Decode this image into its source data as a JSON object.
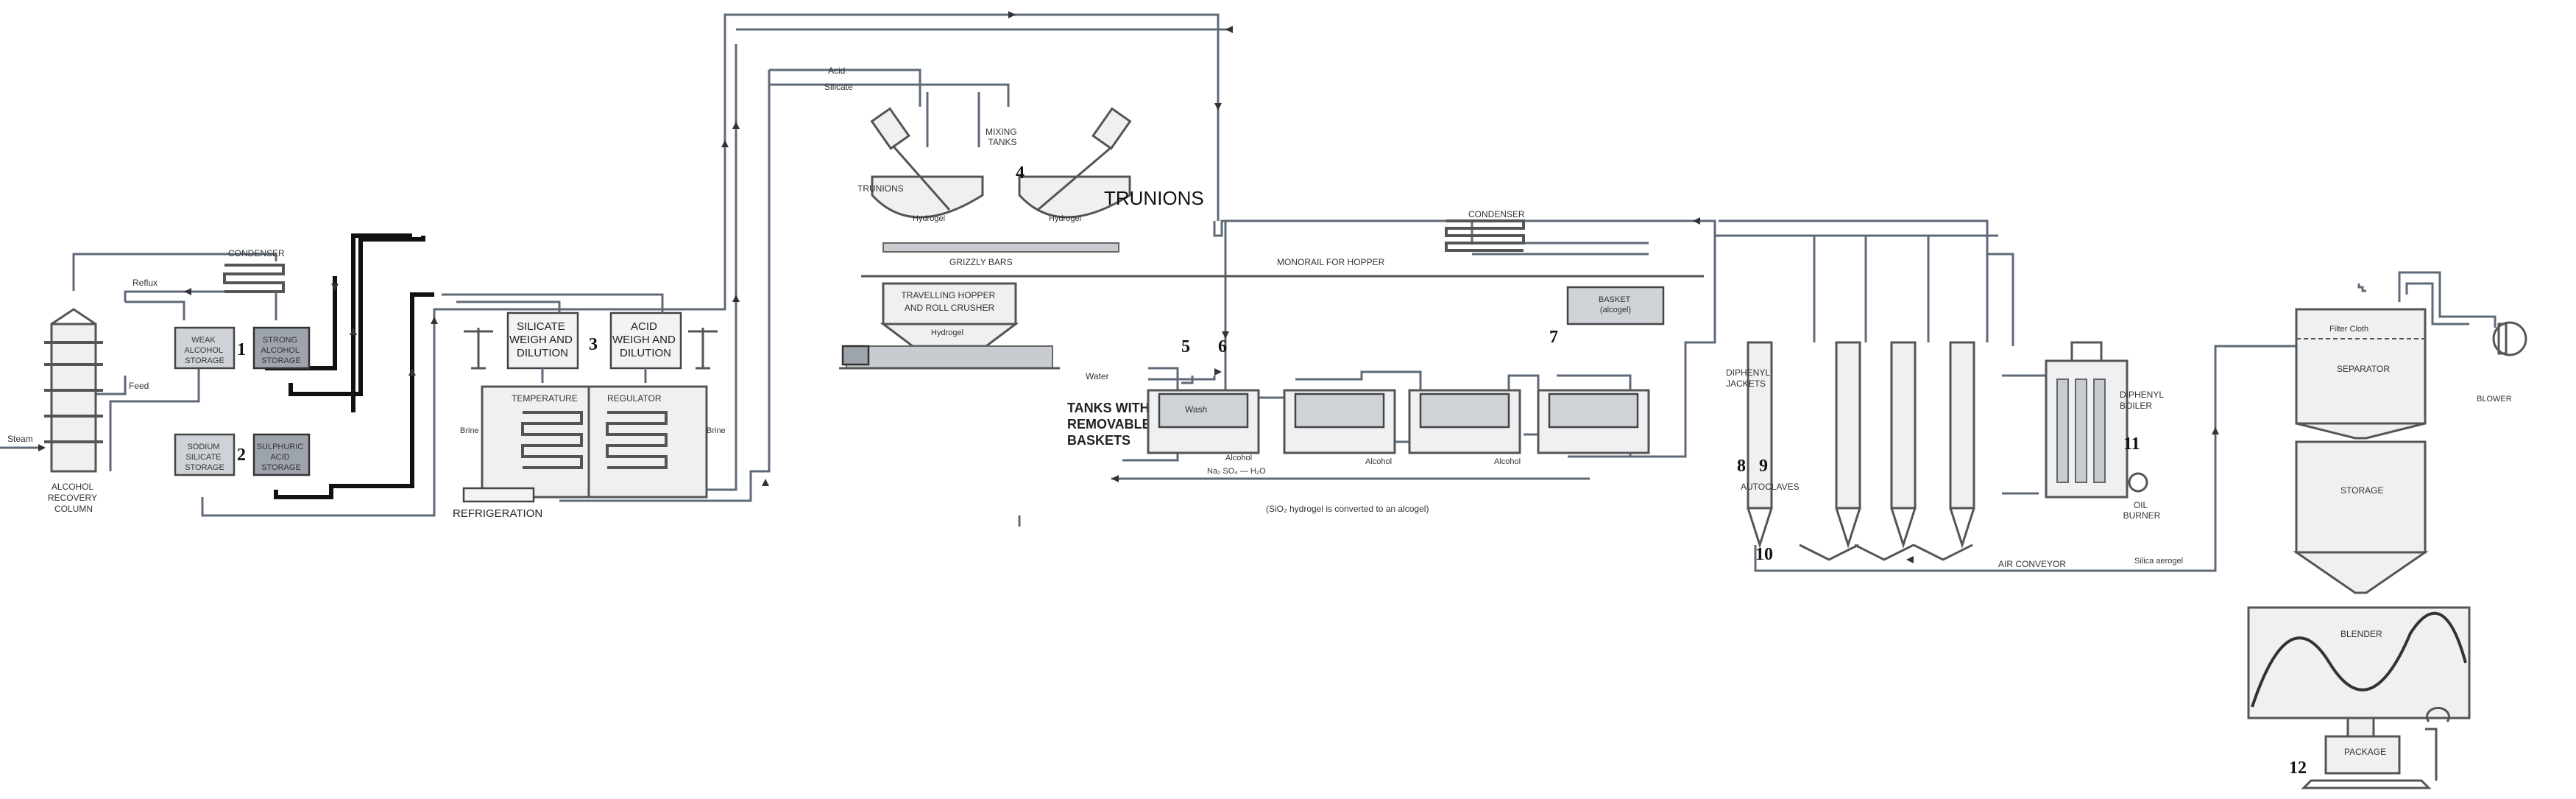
{
  "labels": {
    "condenser_left": "CONDENSER",
    "reflux": "Reflux",
    "feed": "Feed",
    "steam": "Steam",
    "alcohol_recovery_column": [
      "ALCOHOL",
      "RECOVERY",
      "COLUMN"
    ],
    "weak_alcohol_storage": [
      "WEAK",
      "ALCOHOL",
      "STORAGE"
    ],
    "strong_alcohol_storage": [
      "STRONG",
      "ALCOHOL",
      "STORAGE"
    ],
    "sodium_silicate_storage": [
      "SODIUM",
      "SILICATE",
      "STORAGE"
    ],
    "sulphuric_acid_storage": [
      "SULPHURIC",
      "ACID",
      "STORAGE"
    ],
    "silicate_weigh": [
      "SILICATE",
      "WEIGH AND",
      "DILUTION"
    ],
    "acid_weigh": [
      "ACID",
      "WEIGH AND",
      "DILUTION"
    ],
    "temperature": "TEMPERATURE",
    "regulator": "REGULATOR",
    "brine_left": "Brine",
    "brine_right": "Brine",
    "refrigeration": "REFRIGERATION",
    "acid": "Acid",
    "silicate": "Silicate",
    "mixing_tanks": [
      "MIXING",
      "TANKS"
    ],
    "trunions_small": "TRUNIONS",
    "trunions_big": "TRUNIONS",
    "hydrogel_left": "Hydrogel",
    "hydrogel_right": "Hydrogel",
    "grizzly_bars": "GRIZZLY  BARS",
    "travelling_hopper": [
      "TRAVELLING HOPPER",
      "AND ROLL CRUSHER"
    ],
    "hydrogel_crusher": "Hydrogel",
    "monorail": "MONORAIL FOR HOPPER",
    "condenser_right": "CONDENSER",
    "basket": [
      "BASKET",
      "(alcogel)"
    ],
    "water": "Water",
    "tanks_with_baskets": [
      "TANKS WITH",
      "REMOVABLE",
      "BASKETS"
    ],
    "wash": "Wash",
    "alcohol_1": "Alcohol",
    "na2so4": "Na₂ SO₄ — H₂O",
    "alcohol_2": "Alcohol",
    "alcohol_3": "Alcohol",
    "conversion_note": "(SiO₂ hydrogel is converted to an alcogel)",
    "diphenyl_jackets": [
      "DIPHENYL",
      "JACKETS"
    ],
    "autoclaves": "AUTOCLAVES",
    "diphenyl_boiler": [
      "DIPHENYL",
      "BOILER"
    ],
    "oil_burner": [
      "OIL",
      "BURNER"
    ],
    "air_conveyor": "AIR  CONVEYOR",
    "silica_aerogel": "Silica aerogel",
    "filter_cloth": "Filter Cloth",
    "separator": "SEPARATOR",
    "blower": "BLOWER",
    "storage": "STORAGE",
    "blender": "BLENDER",
    "package": "PACKAGE"
  },
  "step_numbers": {
    "n1": "1",
    "n2": "2",
    "n3": "3",
    "n4": "4",
    "n5": "5",
    "n6": "6",
    "n7": "7",
    "n8": "8",
    "n9": "9",
    "n10": "10",
    "n11": "11",
    "n12": "12"
  }
}
